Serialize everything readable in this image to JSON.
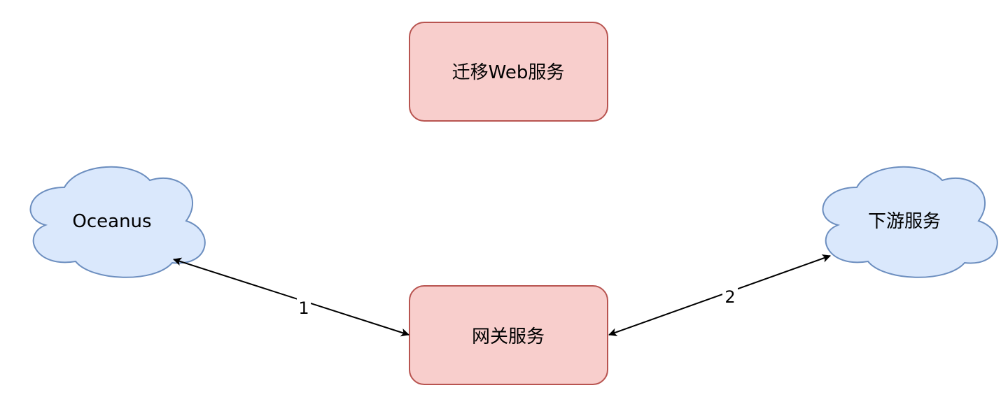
{
  "nodes": {
    "migration_web_service": {
      "label": "迁移Web服务",
      "shape": "rounded-rectangle"
    },
    "oceanus": {
      "label": "Oceanus",
      "shape": "cloud"
    },
    "gateway_service": {
      "label": "网关服务",
      "shape": "rounded-rectangle"
    },
    "downstream_service": {
      "label": "下游服务",
      "shape": "cloud"
    }
  },
  "edges": [
    {
      "from": "oceanus",
      "to": "gateway_service",
      "label": "1",
      "direction": "bidirectional"
    },
    {
      "from": "gateway_service",
      "to": "downstream_service",
      "label": "2",
      "direction": "bidirectional"
    }
  ],
  "colors": {
    "rect_fill": "#f8cecc",
    "rect_stroke": "#b85450",
    "cloud_fill": "#dae8fc",
    "cloud_stroke": "#6c8ebf",
    "edge_stroke": "#000000"
  }
}
